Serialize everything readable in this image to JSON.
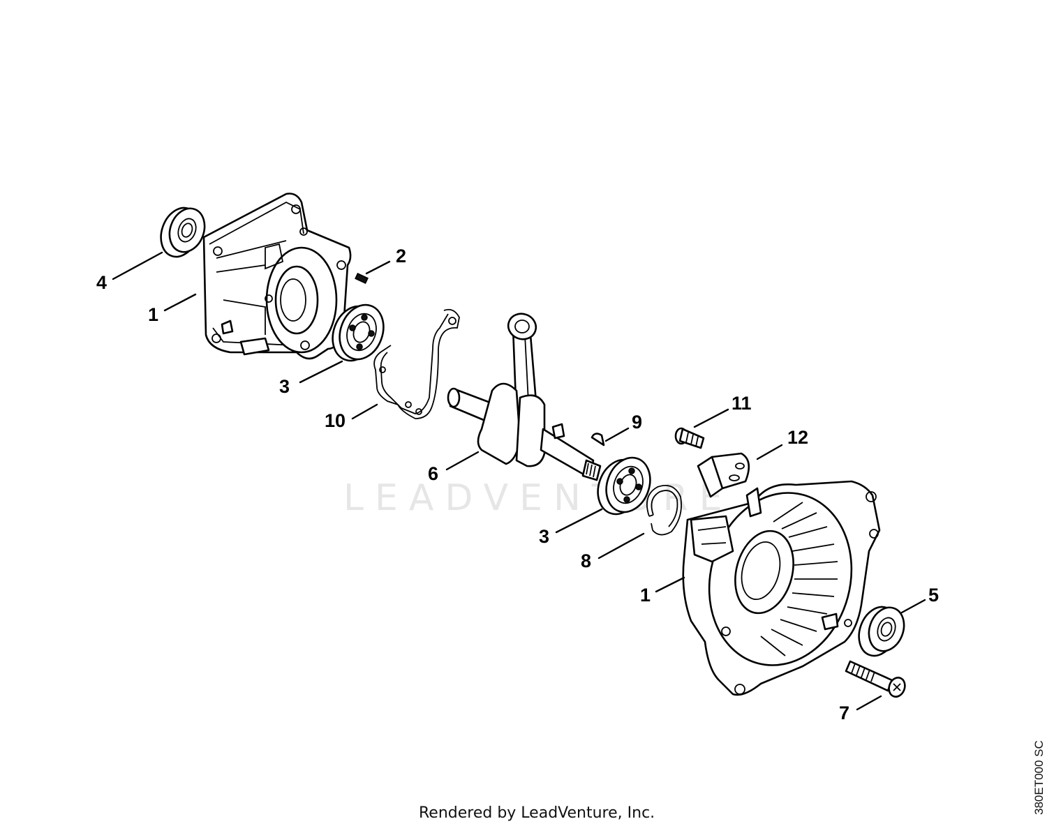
{
  "watermark": "LEADVENTURE",
  "footer": "Rendered by LeadVenture, Inc.",
  "drawing_code": "380ET000 SC",
  "callouts": {
    "seal_left": "4",
    "crankcase_left": "1",
    "pin": "2",
    "bearing_left": "3",
    "gasket": "10",
    "crankshaft": "6",
    "key": "9",
    "screw_small": "11",
    "bracket": "12",
    "bearing_right": "3",
    "circlip": "8",
    "crankcase_right": "1",
    "seal_right": "5",
    "screw_long": "7"
  }
}
